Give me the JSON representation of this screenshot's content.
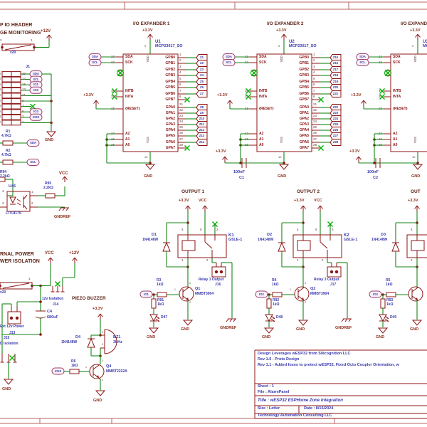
{
  "palette": {
    "wire_green": "#168616",
    "symbol_red": "#8c1414",
    "label_blue": "#3939ae",
    "pin_gray": "#8d7373",
    "header_brown": "#5e2418",
    "power_red": "#8c2e1a",
    "noconnect_green": "#00b000",
    "frame_red": "#b86060"
  },
  "esp_header": {
    "title1": "P IO HEADER",
    "title2": "GE MONITORING",
    "p12v": "+12V",
    "fuse_p2": "2",
    "fuse_p1": "1",
    "fuse_qty": "x20",
    "j1_ref": "J1",
    "j1_left": [
      "20",
      "18",
      "16",
      "14",
      "12",
      "10",
      "8",
      "6",
      "4",
      "2"
    ],
    "j1_right": [
      "19",
      "17",
      "15",
      "13",
      "11",
      "9",
      "7",
      "5",
      "3",
      "1"
    ],
    "j1_nets": [
      "SDA",
      "SCL",
      "IO1",
      "IO2",
      "",
      "",
      "",
      "IO3",
      "IO23",
      ""
    ],
    "gnd": "GND",
    "r1_ref": "R1",
    "r1_val": "4.7kΩ",
    "r1_net": "SDA",
    "r2_ref": "R2",
    "r2_val": "4.7kΩ",
    "r2_net": "SCL"
  },
  "opto": {
    "r94_ref": "R94",
    "r94_val": "2.2kΩ",
    "ref": "U46",
    "part": "LTV-817S",
    "p1": "1",
    "p2": "2",
    "p3": "3",
    "p4": "4",
    "r95_ref": "R95",
    "r95_val": "2.2kΩ",
    "vcc": "VCC",
    "gndref": "GNDREF"
  },
  "power": {
    "title1": "RNAL POWER",
    "title2": "WER ISOLATION",
    "vcc": "VCC",
    "p12v": "+12V",
    "fuse_p1": "1",
    "fuse_qty": "x20",
    "j14_label": "12v Isolation",
    "j14_ref": "J14",
    "c4_ref": "C4",
    "c4_val": "680uF",
    "j13_label": "Ext 12v Power",
    "j13_ref": "J13",
    "j15_ref": "J15",
    "j15_label": "D Isolation",
    "gnd": "GND"
  },
  "buzzer": {
    "section_title": "PIEZO BUZZER",
    "supply": "+3.3V",
    "d_ref": "D4",
    "d_part": "1N4148W",
    "bz_ref": "BZ1",
    "bz_val": "3kHz",
    "p1": "1",
    "p2": "2",
    "r_ref": "R6",
    "r_val": "1kΩ",
    "net": "IO23",
    "q_ref": "Q4",
    "q_part": "MMBT2222A",
    "qc": "3",
    "qb": "1",
    "qe": "2",
    "gnd": "GND"
  },
  "rails": {
    "p33_a": "+3.3V",
    "p33_b": "+3.3V",
    "cap1_ref": "C1",
    "cap1_val": "100nF",
    "cap2_ref": "C2",
    "cap2_val": "100nF"
  },
  "expanders": [
    {
      "section_title": "I/O EXPANDER 1",
      "supply": "+3.3V",
      "reset_supply": "+3.3V",
      "ref": "U1",
      "part": "MCP23017_SO",
      "vdd_pin": "9",
      "vss_pin": "10",
      "vdd_label": "VDD",
      "vss_label": "VSS",
      "sda_net": "SDA",
      "scl_net": "SCL",
      "gnd": "GND",
      "left_pins": [
        [
          "13",
          "SDA"
        ],
        [
          "12",
          "SCK"
        ],
        [
          "19",
          "INTB"
        ],
        [
          "20",
          "INTA"
        ],
        [
          "18",
          "{RESET}"
        ],
        [
          "17",
          "A2"
        ],
        [
          "16",
          "A1"
        ],
        [
          "15",
          "A0"
        ]
      ],
      "gpb": [
        [
          "1",
          "GPB0",
          "Z1"
        ],
        [
          "2",
          "GPB1",
          "Z2"
        ],
        [
          "3",
          "GPB2",
          "Z3"
        ],
        [
          "4",
          "GPB3",
          "Z4"
        ],
        [
          "5",
          "GPB4",
          "Z5"
        ],
        [
          "6",
          "GPB5",
          "Z6"
        ],
        [
          "7",
          "GPB6",
          "Z7"
        ],
        [
          "8",
          "GPB7",
          ""
        ]
      ],
      "gpa": [
        [
          "21",
          "GPA0",
          "Z8"
        ],
        [
          "22",
          "GPA1",
          "Z9"
        ],
        [
          "23",
          "GPA2",
          "Z10"
        ],
        [
          "24",
          "GPA3",
          "Z11"
        ],
        [
          "25",
          "GPA4",
          "Z12"
        ],
        [
          "26",
          "GPA5",
          "Z13"
        ],
        [
          "27",
          "GPA6",
          "Z14"
        ],
        [
          "28",
          "GPA7",
          ""
        ]
      ]
    },
    {
      "section_title": "I/O EXPANDER 2",
      "supply": "+3.3V",
      "reset_supply": "+3.3V",
      "ref": "U2",
      "part": "MCP23017_SO",
      "vdd_pin": "9",
      "vss_pin": "10",
      "vdd_label": "VDD",
      "vss_label": "VSS",
      "sda_net": "SDA",
      "scl_net": "SCL",
      "gnd": "GND",
      "left_pins": [
        [
          "13",
          "SDA"
        ],
        [
          "12",
          "SCK"
        ],
        [
          "19",
          "INTB"
        ],
        [
          "20",
          "INTA"
        ],
        [
          "18",
          "{RESET}"
        ],
        [
          "17",
          "A2"
        ],
        [
          "16",
          "A1"
        ],
        [
          "15",
          "A0"
        ]
      ],
      "gpb": [
        [
          "1",
          "GPB0",
          "Z15"
        ],
        [
          "2",
          "GPB1",
          "Z16"
        ],
        [
          "3",
          "GPB2",
          "Z17"
        ],
        [
          "4",
          "GPB3",
          "Z18"
        ],
        [
          "5",
          "GPB4",
          "Z19"
        ],
        [
          "6",
          "GPB5",
          "Z20"
        ],
        [
          "7",
          "GPB6",
          "Z21"
        ],
        [
          "8",
          "GPB7",
          ""
        ]
      ],
      "gpa": [
        [
          "21",
          "GPA0",
          "Z22"
        ],
        [
          "22",
          "GPA1",
          "Z23"
        ],
        [
          "23",
          "GPA2",
          "Z24"
        ],
        [
          "24",
          "GPA3",
          "Z25"
        ],
        [
          "25",
          "GPA4",
          "Z26"
        ],
        [
          "26",
          "GPA5",
          "Z27"
        ],
        [
          "27",
          "GPA6",
          "Z28"
        ],
        [
          "28",
          "GPA7",
          ""
        ]
      ]
    },
    {
      "section_title": "I/O EXPAND",
      "supply": "+3.3V",
      "reset_supply": "+3.3V",
      "ref": "U3",
      "part": "MC",
      "vdd_pin": "9",
      "vss_pin": "10",
      "vdd_label": "VDD",
      "vss_label": "VSS",
      "sda_net": "SDA",
      "scl_net": "SCL",
      "gnd": "GND",
      "left_pins": [
        [
          "13",
          "SDA"
        ],
        [
          "12",
          "SCK"
        ],
        [
          "19",
          "INTB"
        ],
        [
          "20",
          "INTA"
        ],
        [
          "18",
          "{RESET}"
        ],
        [
          "17",
          "A2"
        ],
        [
          "16",
          "A1"
        ],
        [
          "15",
          "A0"
        ]
      ],
      "gpb": [],
      "gpa": []
    }
  ],
  "outputs": [
    {
      "section_title": "OUTPUT 1",
      "supply": "+3.3V",
      "vcc": "VCC",
      "relay_ref": "K1",
      "relay_part": "G5LE-1",
      "p1": "1",
      "p2": "2",
      "p3": "3",
      "p4": "4",
      "p5": "5",
      "diode_ref": "D1",
      "diode_part": "1N4148W",
      "q_ref": "Q1",
      "q_part": "MMBT3904",
      "qc": "3",
      "qb": "1",
      "qe": "2",
      "rb_ref": "R3",
      "rb_val": "1kΩ",
      "rl_ref": "R91",
      "rl_val": "1kΩ",
      "led_ref": "D47",
      "net": "IO1",
      "conn_label": "Relay 1 Output",
      "conn_ref": "J16",
      "gnd_q": "GND",
      "gnd_led": "GND",
      "gndref": "GNDREF"
    },
    {
      "section_title": "OUTPUT 2",
      "supply": "+3.3V",
      "vcc": "VCC",
      "relay_ref": "K2",
      "relay_part": "G5LE-1",
      "p1": "1",
      "p2": "2",
      "p3": "3",
      "p4": "4",
      "p5": "5",
      "diode_ref": "D2",
      "diode_part": "1N4148W",
      "q_ref": "Q2",
      "q_part": "MMBT3904",
      "qc": "3",
      "qb": "1",
      "qe": "2",
      "rb_ref": "R4",
      "rb_val": "1kΩ",
      "rl_ref": "R92",
      "rl_val": "1kΩ",
      "led_ref": "D48",
      "net": "IO2",
      "conn_label": "Relay 3 Output",
      "conn_ref": "J17",
      "gnd_q": "GND",
      "gnd_led": "GND",
      "gndref": "GNDREF"
    },
    {
      "section_title": "OUT",
      "supply": "+3.3V",
      "vcc": "",
      "relay_ref": "",
      "relay_part": "",
      "p1": "1",
      "p2": "",
      "p3": "",
      "p4": "4",
      "p5": "",
      "diode_ref": "D3",
      "diode_part": "1N4148W",
      "q_ref": "",
      "q_part": "",
      "qc": "",
      "qb": "",
      "qe": "",
      "rb_ref": "R5",
      "rb_val": "1kΩ",
      "rl_ref": "R93",
      "rl_val": "1kΩ",
      "led_ref": "D49",
      "net": "IO3",
      "conn_label": "",
      "conn_ref": "",
      "gnd_q": "GND",
      "gnd_led": "GND",
      "gndref": ""
    }
  ],
  "doc": {
    "title_block": {
      "comment1": "Design Leverages wESP32 from Silicognition LLC",
      "comment2": "Rev 1.0 - Proto Design",
      "comment3": "Rev 1.1 - Added fuses to protect wESP32, Fixed Octo Coupler Orientation, w",
      "sheet": "Sheet : 1",
      "file": "File : AlarmPanel",
      "title": "Title : wESP32 ESPHome Zone Integration",
      "size": "Size : Letter",
      "date": "Date : 8/15/2024",
      "company": "Technology Automation Consulting LLC"
    }
  }
}
